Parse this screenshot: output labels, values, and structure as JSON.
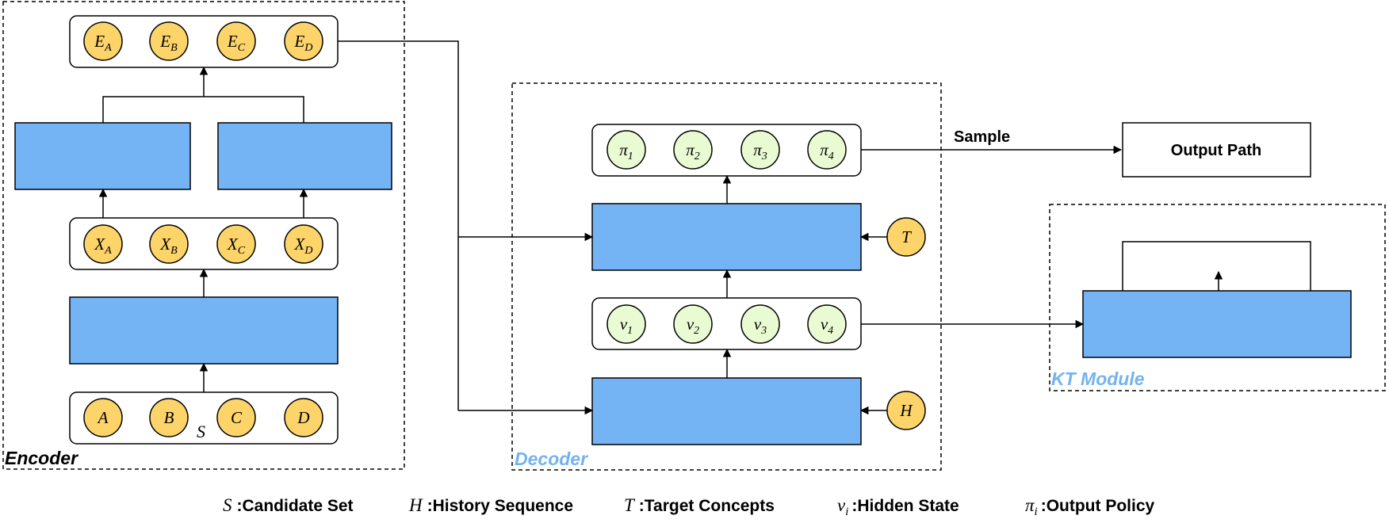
{
  "encoder": {
    "label": "Encoder",
    "embedding_nodes": [
      {
        "base": "E",
        "sub": "A"
      },
      {
        "base": "E",
        "sub": "B"
      },
      {
        "base": "E",
        "sub": "C"
      },
      {
        "base": "E",
        "sub": "D"
      }
    ],
    "feature_nodes": [
      {
        "base": "X",
        "sub": "A"
      },
      {
        "base": "X",
        "sub": "B"
      },
      {
        "base": "X",
        "sub": "C"
      },
      {
        "base": "X",
        "sub": "D"
      }
    ],
    "input_nodes": [
      {
        "base": "A",
        "sub": ""
      },
      {
        "base": "B",
        "sub": ""
      },
      {
        "base": "C",
        "sub": ""
      },
      {
        "base": "D",
        "sub": ""
      }
    ],
    "set_symbol": "S"
  },
  "decoder": {
    "label": "Decoder",
    "policy_nodes": [
      {
        "base": "π",
        "sub": "1"
      },
      {
        "base": "π",
        "sub": "2"
      },
      {
        "base": "π",
        "sub": "3"
      },
      {
        "base": "π",
        "sub": "4"
      }
    ],
    "hidden_nodes": [
      {
        "base": "v",
        "sub": "1"
      },
      {
        "base": "v",
        "sub": "2"
      },
      {
        "base": "v",
        "sub": "3"
      },
      {
        "base": "v",
        "sub": "4"
      }
    ],
    "target_symbol": "T",
    "history_symbol": "H"
  },
  "sample_label": "Sample",
  "output_path_label": "Output Path",
  "kt_module": {
    "label": "KT Module"
  },
  "legend": [
    {
      "sym": "S",
      "sub": "",
      "text": ":Candidate Set"
    },
    {
      "sym": "H",
      "sub": "",
      "text": ":History Sequence"
    },
    {
      "sym": "T",
      "sub": "",
      "text": ":Target Concepts"
    },
    {
      "sym": "v",
      "sub": "i",
      "text": ":Hidden State"
    },
    {
      "sym": "π",
      "sub": "i",
      "text": ":Output Policy"
    }
  ],
  "colors": {
    "blue_block": "#74b4f5",
    "yellow_node": "#fdd46a",
    "green_node": "#e9fbd2",
    "label_blue": "#73b3f0",
    "stroke": "#000000"
  }
}
